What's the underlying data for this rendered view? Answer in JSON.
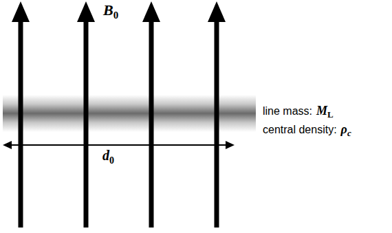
{
  "diagram": {
    "labels": [
      "B",
      "0",
      "line mass:",
      "M",
      "L",
      "central density:",
      "ρ",
      "c",
      "d",
      "0"
    ]
  }
}
